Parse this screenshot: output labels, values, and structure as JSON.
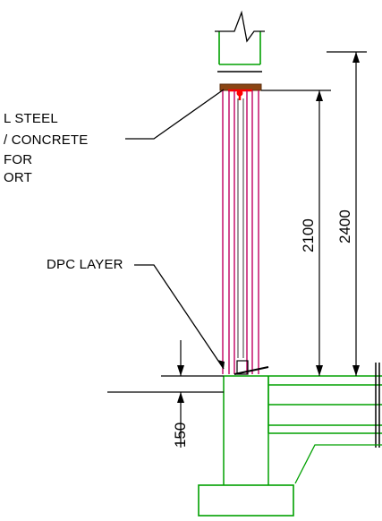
{
  "annotations": {
    "lintel_line1": "L STEEL",
    "lintel_line2": "/ CONCRETE",
    "lintel_line3": "FOR",
    "lintel_line4": "ORT",
    "dpc_label": "DPC LAYER"
  },
  "dimensions": {
    "door_height": "2100",
    "total_height": "2400",
    "plinth_height": "150"
  },
  "colors": {
    "wall_green": "#00a000",
    "frame_magenta": "#c00060",
    "lintel_red": "#ff0000",
    "dimension_black": "#000000",
    "lintel_brown": "#8b4513"
  }
}
